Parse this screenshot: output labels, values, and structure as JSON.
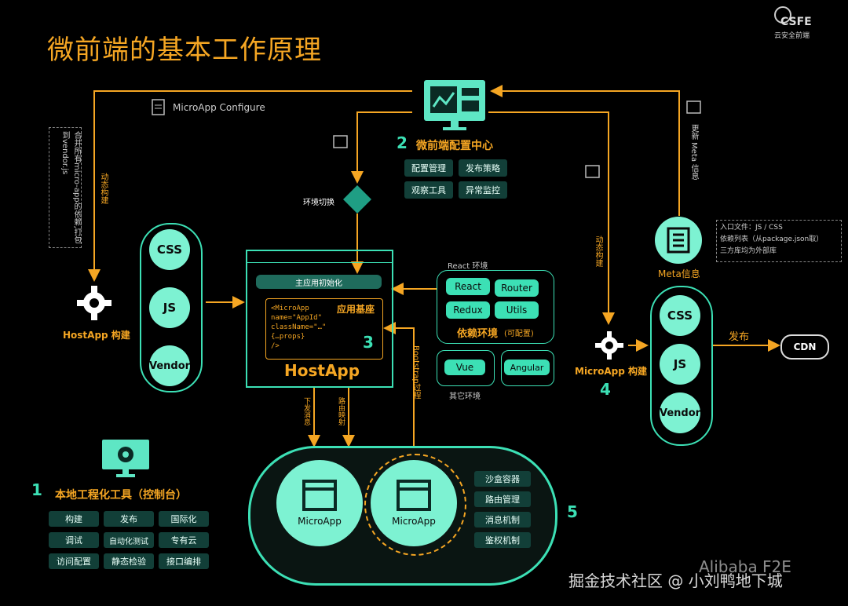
{
  "title": "微前端的基本工作原理",
  "logo": {
    "mark": "CSFE",
    "sub": "云安全前端"
  },
  "config_center": {
    "number": "2",
    "title": "微前端配置中心",
    "tags": [
      "配置管理",
      "发布策略",
      "观察工具",
      "异常监控"
    ],
    "configure_label": "MicroApp Configure",
    "env_switch": "环境切换"
  },
  "left": {
    "merge_note": "合并所有micro-app的依赖,打包到vendor.js",
    "dynamic_build": "动态构建",
    "host_build": "HostApp 构建",
    "pill": [
      "CSS",
      "JS",
      "Vendor"
    ]
  },
  "host": {
    "number": "3",
    "init": "主应用初始化",
    "base": "应用基座",
    "code": [
      "<MicroApp",
      "  name=\"AppId\"",
      "  className=\"…\"",
      "  {…props}",
      "/>"
    ],
    "name": "HostApp",
    "bootstrap": "Bootstrap过程",
    "dispatch": "下发消息",
    "route_map": "路由映射"
  },
  "deps": {
    "react_env": "React 环境",
    "items": [
      "React",
      "Router",
      "Redux",
      "Utils"
    ],
    "title": "依赖环境",
    "configurable": "(可配置)",
    "others": [
      "Vue",
      "Angular"
    ],
    "other_env": "其它环境"
  },
  "right": {
    "update_meta": "更新 Meta 信息",
    "dynamic_build": "动态构建",
    "meta": "Meta信息",
    "note": [
      "入口文件：JS / CSS",
      "依赖列表（从package.json取）",
      "三方库均为外部库"
    ],
    "build": "MicroApp 构建",
    "number": "4",
    "pill": [
      "CSS",
      "JS",
      "Vendor"
    ],
    "publish": "发布",
    "cdn": "CDN"
  },
  "local_tools": {
    "number": "1",
    "title": "本地工程化工具（控制台）",
    "tags": [
      "构建",
      "发布",
      "国际化",
      "调试",
      "自动化测试",
      "专有云",
      "访问配置",
      "静态检验",
      "接口编排"
    ]
  },
  "runtime": {
    "number": "5",
    "apps": [
      "MicroApp",
      "MicroApp"
    ],
    "features": [
      "沙盒容器",
      "路由管理",
      "消息机制",
      "鉴权机制"
    ]
  },
  "watermark": "掘金技术社区 @ 小刘鸭地下城",
  "watermark2": "Alibaba F2E",
  "colors": {
    "accent": "#f5a623",
    "teal": "#3ce0b5",
    "mint": "#7df2d2"
  }
}
